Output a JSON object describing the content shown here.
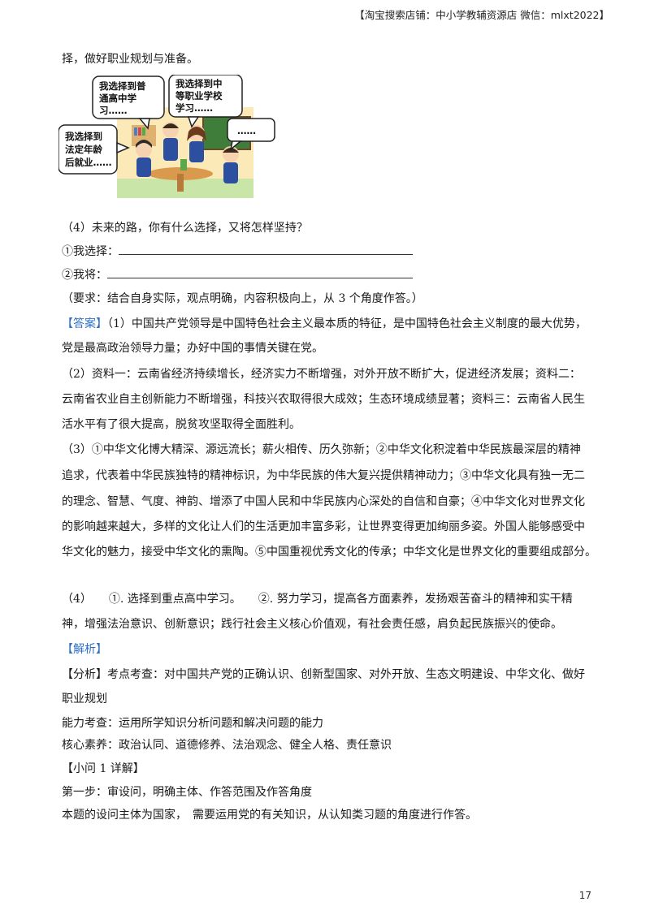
{
  "header": {
    "shop_note": "【淘宝搜索店铺：中小学教辅资源店 微信：mlxt2022】"
  },
  "continuation": "择，做好职业规划与准备。",
  "illustration": {
    "bubbles": [
      {
        "lines": [
          "我选择到普",
          "通高中学",
          "习……"
        ]
      },
      {
        "lines": [
          "我选择到中",
          "等职业学校",
          "学习……"
        ]
      },
      {
        "lines": [
          "……"
        ]
      },
      {
        "lines": [
          "我选择到",
          "法定年龄",
          "后就业……"
        ]
      }
    ]
  },
  "question4": {
    "prompt": "（4）未来的路，你有什么选择，又将怎样坚持？",
    "choice_label": "①我选择：",
    "will_label": "②我将：",
    "requirement": "（要求：结合自身实际，观点明确，内容积极向上，从 3 个角度作答。）"
  },
  "answer": {
    "tag": "【答案】",
    "p1_line1": "（1）中国共产党领导是中国特色社会主义最本质的特征，是中国特色社会主义制度的最大优势，",
    "p1_line2": "党是最高政治领导力量；办好中国的事情关键在党。",
    "p2_line1": "（2）资料一：云南省经济持续增长，经济实力不断增强，对外开放不断扩大，促进经济发展；资料二：",
    "p2_line2": "云南省农业自主创新能力不断增强，科技兴农取得很大成效；生态环境成绩显著；资料三：云南省人民生",
    "p2_line3": "活水平有了很大提高，脱贫攻坚取得全面胜利。",
    "p3_line1": "（3）①中华文化博大精深、源远流长；薪火相传、历久弥新；②中华文化积淀着中华民族最深层的精神",
    "p3_line2": "追求，代表着中华民族独特的精神标识，为中华民族的伟大复兴提供精神动力；③中华文化具有独一无二",
    "p3_line3": "的理念、智慧、气度、神韵、增添了中国人民和中华民族内心深处的自信和自豪；④中华文化对世界文化",
    "p3_line4": "的影响越来越大，多样的文化让人们的生活更加丰富多彩，让世界变得更加绚丽多姿。外国人能够感受中",
    "p3_line5": "华文化的魅力，接受中华文化的熏陶。⑤中国重视优秀文化的传承；中华文化是世界文化的重要组成部分。",
    "p4_line1": "（4）　　①. 选择到重点高中学习。　　②. 努力学习，提高各方面素养，发扬艰苦奋斗的精神和实干精",
    "p4_line2": "神，增强法治意识、创新意识；践行社会主义核心价值观，有社会责任感，肩负起民族振兴的使命。"
  },
  "analysis": {
    "tag": "【解析】",
    "fenxi_line1": "【分析】考点考查：对中国共产党的正确认识、创新型国家、对外开放、生态文明建设、中华文化、做好",
    "fenxi_line2": "职业规划",
    "ability": "能力考查：运用所学知识分析问题和解决问题的能力",
    "literacy": "核心素养：政治认同、道德修养、法治观念、健全人格、责任意识",
    "sub1_heading": "【小问 1 详解】",
    "step1": "第一步：审设问，明确主体、作答范围及作答角度",
    "step1_detail": "本题的设问主体为国家，　需要运用党的有关知识，从认知类习题的角度进行作答。"
  },
  "page_number": "17"
}
